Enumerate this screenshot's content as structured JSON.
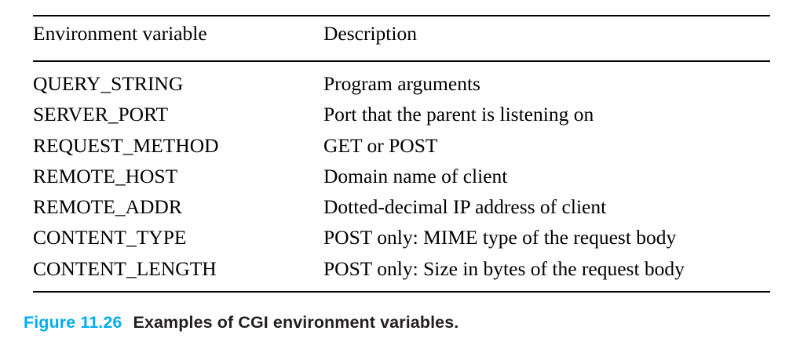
{
  "figure": {
    "caption_number": "Figure 11.26",
    "caption_text": "Examples of CGI environment variables.",
    "number_color": "#00aeef",
    "text_color": "#231f20"
  },
  "table": {
    "columns": [
      "Environment variable",
      "Description"
    ],
    "rows": [
      {
        "variable": "QUERY_STRING",
        "description": "Program arguments"
      },
      {
        "variable": "SERVER_PORT",
        "description": "Port that the parent is listening on"
      },
      {
        "variable": "REQUEST_METHOD",
        "description": "GET or POST"
      },
      {
        "variable": "REMOTE_HOST",
        "description": "Domain name of client"
      },
      {
        "variable": "REMOTE_ADDR",
        "description": "Dotted-decimal IP address of client"
      },
      {
        "variable": "CONTENT_TYPE",
        "description": "POST only: MIME type of the request body"
      },
      {
        "variable": "CONTENT_LENGTH",
        "description": "POST only: Size in bytes of the request body"
      }
    ]
  }
}
